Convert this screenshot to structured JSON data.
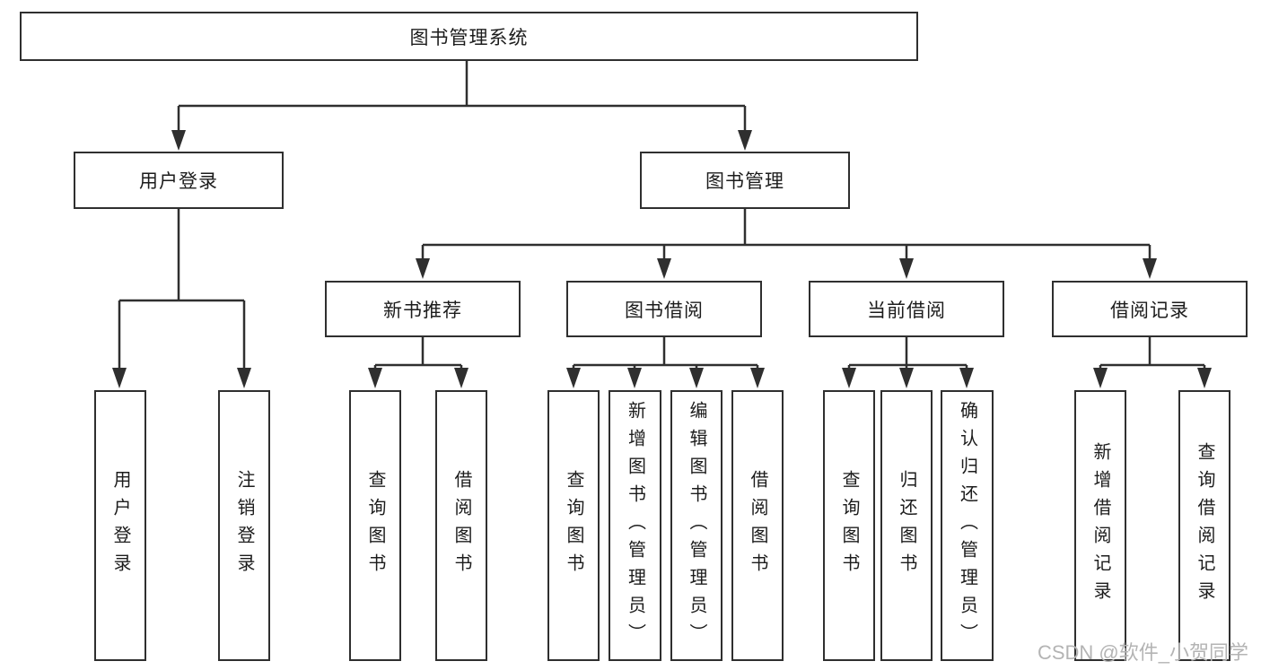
{
  "tree": {
    "label": "图书管理系统",
    "children": [
      {
        "label": "用户登录",
        "children": [
          {
            "label": "用户登录"
          },
          {
            "label": "注销登录"
          }
        ]
      },
      {
        "label": "图书管理",
        "children": [
          {
            "label": "新书推荐",
            "children": [
              {
                "label": "查询图书"
              },
              {
                "label": "借阅图书"
              }
            ]
          },
          {
            "label": "图书借阅",
            "children": [
              {
                "label": "查询图书"
              },
              {
                "label": "新增图书（管理员）"
              },
              {
                "label": "编辑图书（管理员）"
              },
              {
                "label": "借阅图书"
              }
            ]
          },
          {
            "label": "当前借阅",
            "children": [
              {
                "label": "查询图书"
              },
              {
                "label": "归还图书"
              },
              {
                "label": "确认归还（管理员）"
              }
            ]
          },
          {
            "label": "借阅记录",
            "children": [
              {
                "label": "新增借阅记录"
              },
              {
                "label": "查询借阅记录"
              }
            ]
          }
        ]
      }
    ]
  },
  "watermark": {
    "text": "CSDN @软件_小贺同学"
  },
  "colors": {
    "line": "#2f2f2f",
    "text": "#1c1c1c",
    "watermark": "#b4b4b4",
    "background": "#ffffff"
  }
}
